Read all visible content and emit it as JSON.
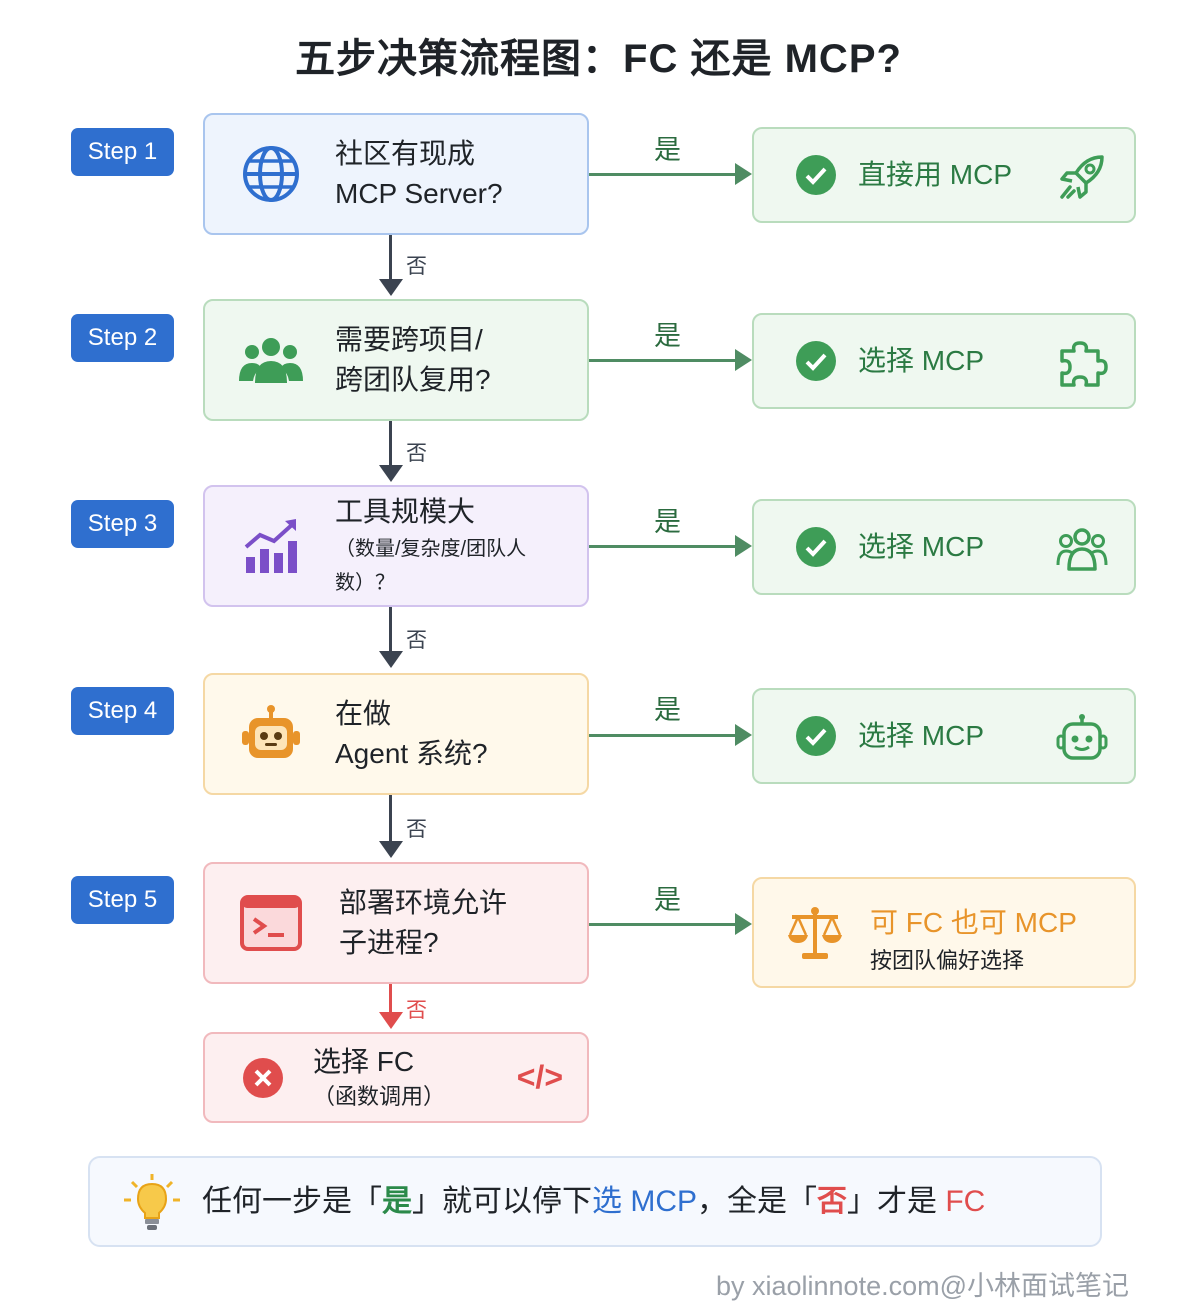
{
  "title": "五步决策流程图：FC 还是 MCP?",
  "steps": [
    {
      "badge": "Step 1",
      "line1": "社区有现成",
      "line2": "MCP Server?",
      "icon": "globe-icon",
      "yes": "是",
      "no": "否",
      "result": "直接用 MCP",
      "result_icon": "rocket-icon"
    },
    {
      "badge": "Step 2",
      "line1": "需要跨项目/",
      "line2": "跨团队复用?",
      "icon": "team-icon",
      "yes": "是",
      "no": "否",
      "result": "选择 MCP",
      "result_icon": "puzzle-icon"
    },
    {
      "badge": "Step 3",
      "line1": "工具规模大",
      "line2": "（数量/复杂度/团队人数）？",
      "icon": "growth-chart-icon",
      "yes": "是",
      "no": "否",
      "result": "选择 MCP",
      "result_icon": "people-icon"
    },
    {
      "badge": "Step 4",
      "line1": "在做",
      "line2": "Agent 系统?",
      "icon": "robot-icon",
      "yes": "是",
      "no": "否",
      "result": "选择 MCP",
      "result_icon": "robot-outline-icon"
    },
    {
      "badge": "Step 5",
      "line1": "部署环境允许",
      "line2": "子进程?",
      "icon": "terminal-icon",
      "yes": "是",
      "no": "否",
      "result": "可 FC 也可 MCP",
      "result_sub": "按团队偏好选择",
      "result_icon": "scale-icon"
    }
  ],
  "final": {
    "line1": "选择 FC",
    "line2": "（函数调用）",
    "icon": "x-circle-icon",
    "code_icon": "</>"
  },
  "tip": {
    "part1": "任何一步是「",
    "yes": "是",
    "part2": "」就可以停下",
    "part3": "选 MCP",
    "part4": "，全是「",
    "no": "否",
    "part5": "」才是 ",
    "fc": "FC"
  },
  "footer": "by xiaolinnote.com@小林面试笔记",
  "colors": {
    "badge": "#2f6fcf",
    "green": "#3e9d57",
    "red": "#e04d4d",
    "orange": "#e8942a"
  }
}
